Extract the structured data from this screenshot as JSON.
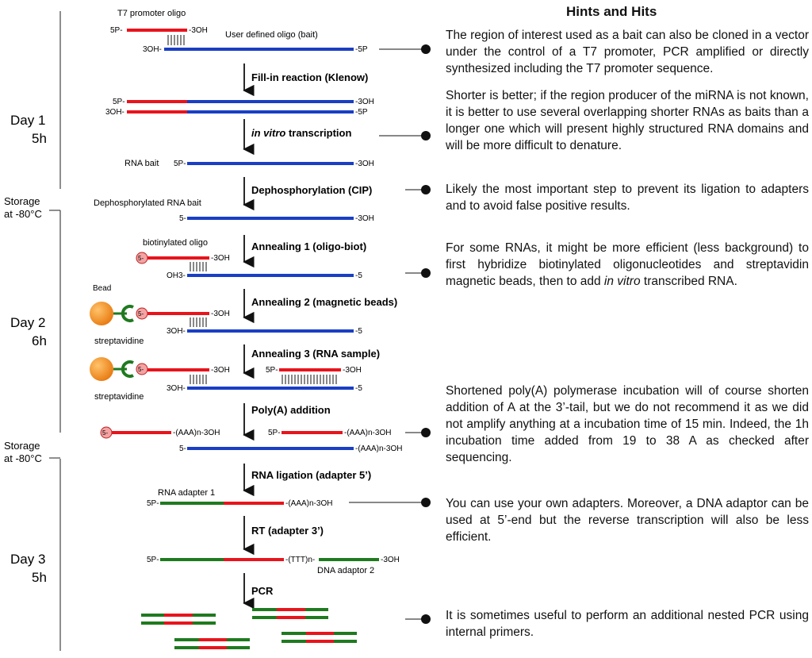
{
  "title": "Hints and Hits",
  "days": [
    {
      "day": "Day 1",
      "time": "5h"
    },
    {
      "day": "Day 2",
      "time": "6h"
    },
    {
      "day": "Day 3",
      "time": "5h"
    }
  ],
  "storage": [
    {
      "line1": "Storage",
      "line2": "at -80°C"
    },
    {
      "line1": "Storage",
      "line2": "at -80°C"
    }
  ],
  "steps": [
    {
      "label": "Fill-in reaction (Klenow)"
    },
    {
      "label_italic": "in vitro",
      "label": " transcription"
    },
    {
      "label": "Dephosphorylation (CIP)"
    },
    {
      "label": "Annealing 1 (oligo-biot)"
    },
    {
      "label": "Annealing 2 (magnetic beads)"
    },
    {
      "label": "Annealing 3 (RNA sample)"
    },
    {
      "label": "Poly(A) addition"
    },
    {
      "label": "RNA ligation (adapter 5’)"
    },
    {
      "label": "RT (adapter 3’)"
    },
    {
      "label": "PCR"
    }
  ],
  "labels": {
    "t7_oligo": "T7 promoter oligo",
    "user_oligo": "User defined oligo (bait)",
    "rna_bait": "RNA bait",
    "dephos_bait": "Dephosphorylated RNA bait",
    "biot_oligo": "biotinylated oligo",
    "bead": "Bead",
    "streptavidine": "streptavidine",
    "rna_adapter1": "RNA adapter 1",
    "dna_adaptor2": "DNA adaptor 2"
  },
  "ends": {
    "p5": "5P-",
    "oh3": "-3OH",
    "oh3_left": "3OH-",
    "p5_right": "-5P",
    "five": "5-",
    "five_right": "-5",
    "oh3_left2": "OH3-",
    "polya": "-(AAA)n-3OH",
    "tttn": "-(TTT)n-",
    "bead_5": "5-"
  },
  "hints": [
    "The region of interest used as a bait can also be cloned in a vector under the control of a T7 promoter, PCR amplified or directly synthesized including the T7 promoter sequence.",
    "Shorter is better; if the region producer of the miRNA is not known, it is better to use several overlapping shorter RNAs as baits than a longer one which will present highly structured RNA domains and will be more difficult to denature.",
    "Likely the most important step to prevent its ligation to adapters and to avoid false positive results.",
    {
      "before": "For some RNAs, it might be more efficient (less background) to first hybridize biotinylated oligonucleotides and streptavidin magnetic beads, then to add ",
      "italic": "in vitro",
      "after": " transcribed RNA."
    },
    "Shortened poly(A) polymerase incubation will of course shorten addition of A at the 3’-tail, but we do not recommend it as we did not amplify anything at a incubation time of 15 min. Indeed, the 1h incubation time added from 19 to 38 A as checked after sequencing.",
    "You can use your own adapters. Moreover, a DNA adaptor can be used at 5’-end but the reverse transcription will also be less efficient.",
    "It is sometimes useful to perform an additional nested PCR using internal primers."
  ],
  "colors": {
    "red": "#e8141c",
    "blue": "#1a3fc4",
    "green": "#1f7a1f",
    "bead": "#f08a1c",
    "biotin": "#f4a3a3"
  }
}
